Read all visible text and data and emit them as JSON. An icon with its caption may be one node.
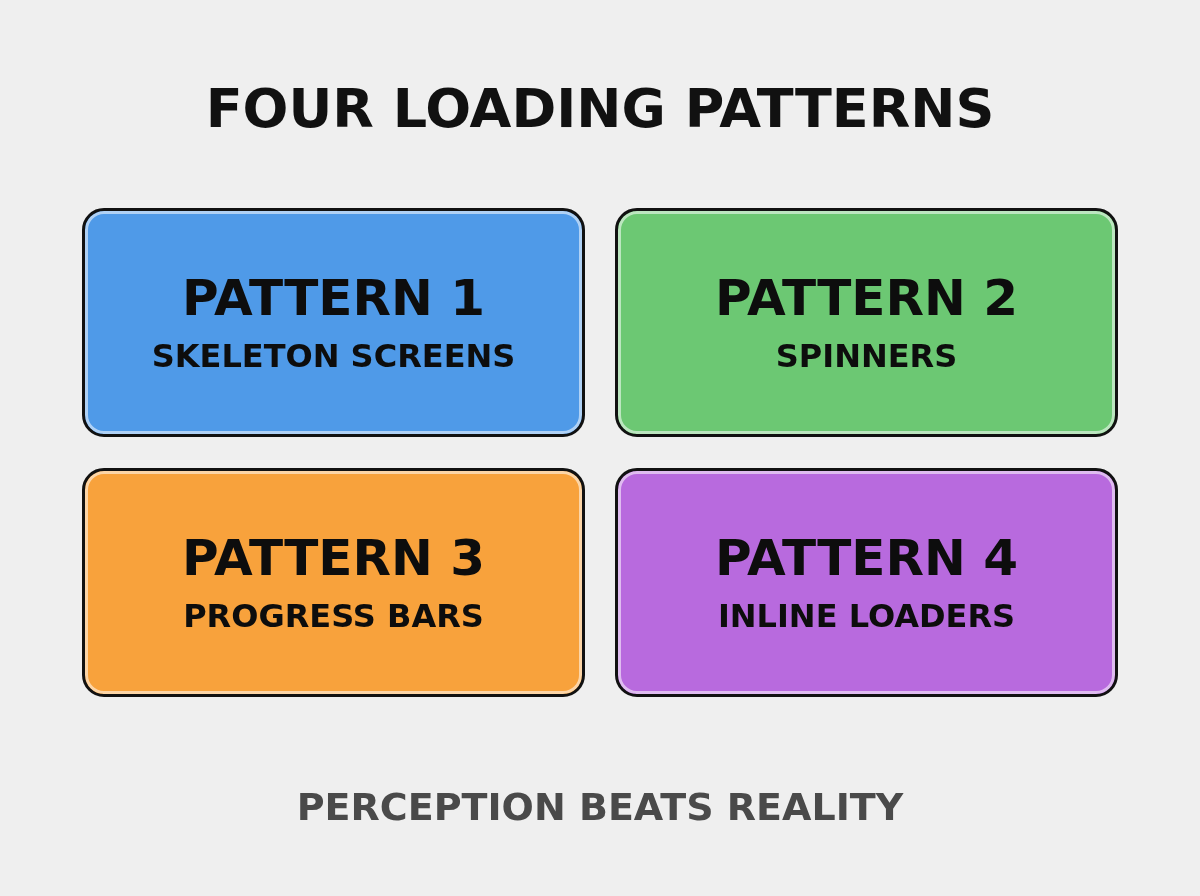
{
  "diagram": {
    "title": "FOUR LOADING PATTERNS",
    "nodes": [
      {
        "text": [
          "PATTERN 1",
          "SKELETON SCREENS"
        ]
      },
      {
        "text": [
          "PATTERN 2",
          "SPINNERS"
        ]
      },
      {
        "text": [
          "PATTERN 3",
          "PROGRESS BARS"
        ]
      },
      {
        "text": [
          "PATTERN 4",
          "INLINE LOADERS"
        ]
      }
    ],
    "caption": "PERCEPTION BEATS REALITY"
  }
}
